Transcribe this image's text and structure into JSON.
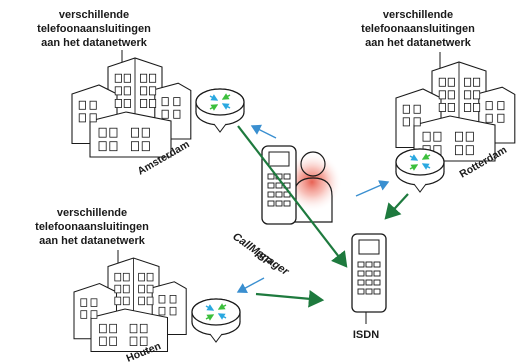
{
  "labels": {
    "top_left": [
      "verschillende",
      "telefoonaansluitingen",
      "aan het datanetwerk"
    ],
    "top_right": [
      "verschillende",
      "telefoonaansluitingen",
      "aan het datanetwerk"
    ],
    "mid_left": [
      "verschillende",
      "telefoonaansluitingen",
      "aan het datanetwerk"
    ]
  },
  "sites": {
    "amsterdam": "Amsterdam",
    "rotterdam": "Rotterdam",
    "houten": "Houten"
  },
  "center": {
    "line1": "CallManager",
    "line2": "ISP"
  },
  "isdn": "ISDN",
  "colors": {
    "green_arrow": "#1e7a3e",
    "blue_arrow": "#3a8fd0",
    "outline": "#1a1a1a",
    "cyan_arrow": "#2aa8e0",
    "lime_arrow": "#3cbf3c",
    "glow": "#e0301e"
  },
  "icons": [
    "building-icon",
    "router-icon",
    "ip-phone-icon",
    "user-icon",
    "isdn-phone-icon"
  ]
}
